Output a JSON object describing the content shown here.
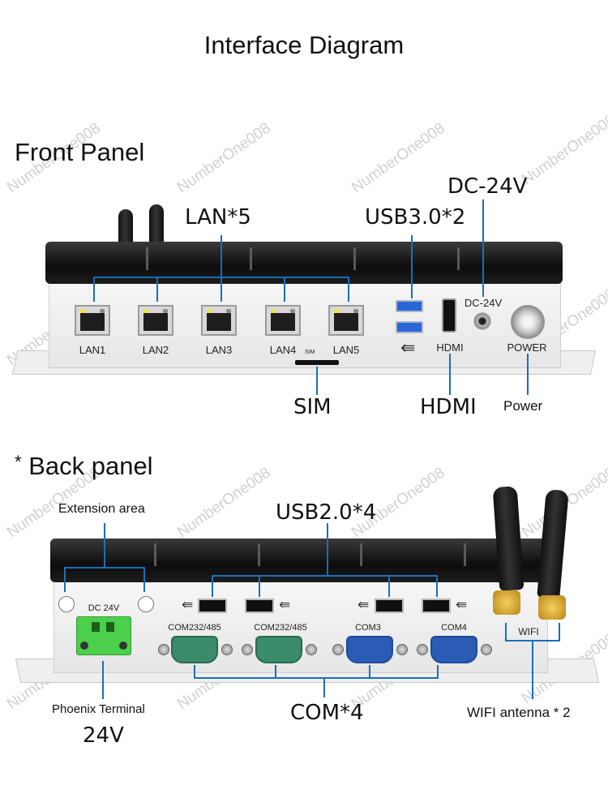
{
  "title": "Interface Diagram",
  "watermark": "NumberOne008",
  "front": {
    "heading": "Front Panel",
    "callouts": {
      "lan": "LAN*5",
      "usb30": "USB3.0*2",
      "dc": "DC-24V",
      "sim": "SIM",
      "hdmi": "HDMI",
      "power": "Power"
    },
    "ports": {
      "lan": [
        "LAN1",
        "LAN2",
        "LAN3",
        "LAN4",
        "LAN5"
      ],
      "sim": "SIM",
      "hdmi": "HDMI",
      "dc": "DC-24V",
      "power": "POWER",
      "usb_icon": "⭠"
    }
  },
  "back": {
    "heading": "Back panel",
    "heading_mark": "*",
    "callouts": {
      "extension": "Extension area",
      "usb20": "USB2.0*4",
      "phoenix": "Phoenix Terminal",
      "volt": "24V",
      "com": "COM*4",
      "wifi": "WIFI antenna * 2"
    },
    "ports": {
      "dc": "DC 24V",
      "com": [
        "COM232/485",
        "COM232/485",
        "COM3",
        "COM4"
      ],
      "wifi": "WIFI"
    }
  },
  "colors": {
    "leader_line": "#1a6fb8",
    "usb3_blue": "#2b66d9",
    "com_green": "#3a8c6b",
    "com_blue": "#2a5cb5",
    "terminal_green": "#4cd04c",
    "antenna_gold": "#d4a52a"
  }
}
